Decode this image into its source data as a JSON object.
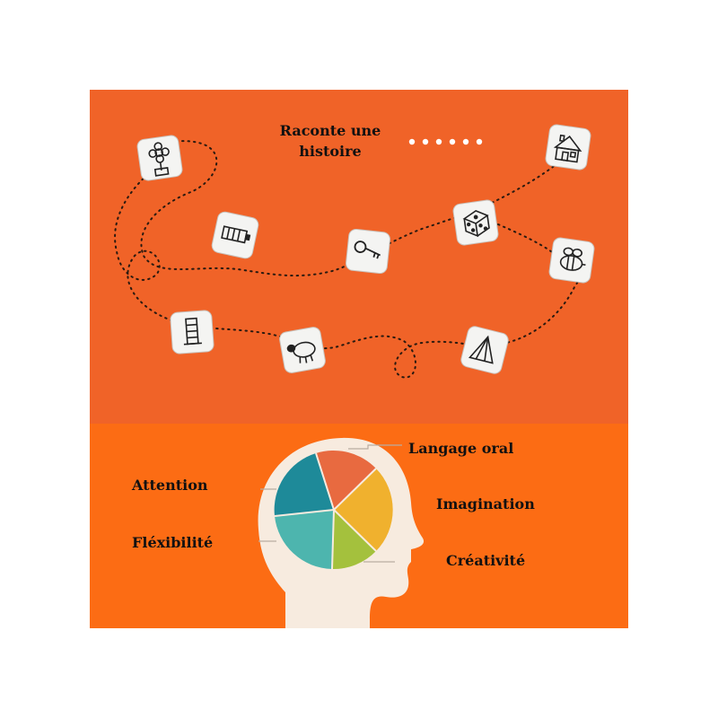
{
  "title": {
    "line1": "Raconte une",
    "line2": "histoire"
  },
  "skills": {
    "attention": "Attention",
    "flexibility": "Fléxibilité",
    "oral_language": "Langage oral",
    "imagination": "Imagination",
    "creativity": "Créativité"
  },
  "dice_icons": [
    "flower-icon",
    "house-icon",
    "battery-icon",
    "key-icon",
    "die-icon",
    "bee-icon",
    "tower-icon",
    "sheep-icon",
    "pyramid-icon"
  ],
  "colors": {
    "top_panel": "#f06328",
    "bottom_panel": "#fc6c14",
    "head": "#f7ebdf",
    "pie_attention": "#1e8a99",
    "pie_flexibility": "#4db5ae",
    "pie_oral_language": "#e86a40",
    "pie_imagination": "#f0b12e",
    "pie_creativity": "#a4c13d"
  }
}
